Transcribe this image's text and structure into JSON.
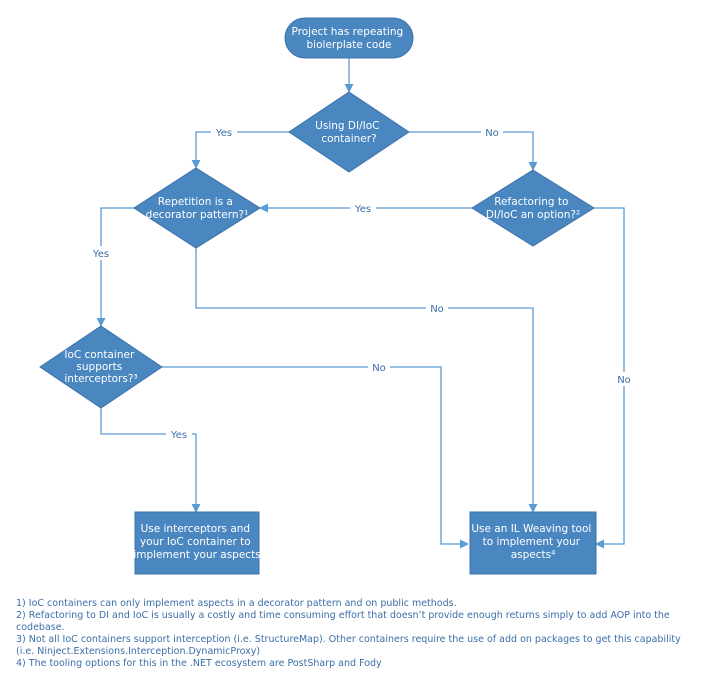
{
  "colors": {
    "node_fill": "#4a86c0",
    "node_stroke": "#3d73a8",
    "edge": "#5b9bd5",
    "text": "#3a6ea8"
  },
  "nodes": {
    "start": {
      "lines": [
        "Project has repeating",
        "biolerplate code"
      ]
    },
    "using_di": {
      "lines": [
        "Using DI/IoC",
        "container?"
      ]
    },
    "repetition": {
      "lines": [
        "Repetition is a",
        "decorator pattern?¹"
      ]
    },
    "refactoring": {
      "lines": [
        "Refactoring to",
        "DI/IoC an option?²"
      ]
    },
    "ioc_supports": {
      "lines": [
        "IoC container",
        "supports",
        "interceptors?³"
      ]
    },
    "use_interceptors": {
      "lines": [
        "Use interceptors and",
        "your IoC container to",
        "implement your aspects"
      ]
    },
    "use_il_weaving": {
      "lines": [
        "Use an IL Weaving tool",
        "to implement your",
        "aspects⁴"
      ]
    }
  },
  "edge_labels": {
    "di_yes": "Yes",
    "di_no": "No",
    "refactor_yes": "Yes",
    "refactor_no": "No",
    "repetition_yes": "Yes",
    "repetition_no": "No",
    "ioc_yes": "Yes",
    "ioc_no": "No"
  },
  "footnotes": [
    "1)  IoC containers can only implement aspects in a decorator pattern and on public methods.",
    "2)  Refactoring to DI and IoC is usually a costly and time consuming effort that doesn’t provide enough returns simply to add AOP into the codebase.",
    "3)  Not all IoC containers support interception (i.e. StructureMap). Other containers require the use of add on packages to get this capability (i.e. Ninject.Extensions.Interception.DynamicProxy)",
    "4)  The tooling options for this in the .NET ecosystem are PostSharp and Fody"
  ]
}
